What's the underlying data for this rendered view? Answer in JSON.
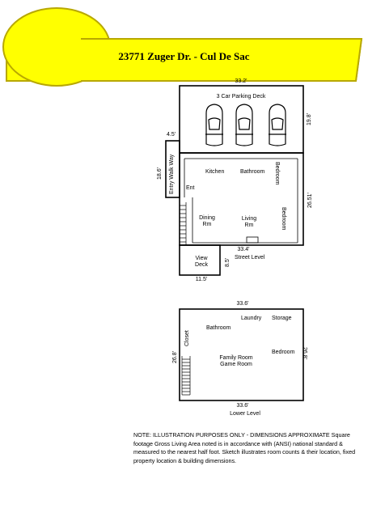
{
  "title": "23771 Zuger Dr. - Cul De Sac",
  "colors": {
    "banner_yellow": "#FFFF00",
    "banner_border": "#B8A800",
    "line": "#000000"
  },
  "upper_level": {
    "parking_deck": {
      "label": "3 Car Parking Deck",
      "width_dim": "33.2'",
      "depth_dim": "19.8'"
    },
    "entry_walk": {
      "label": "Entry Walk Way",
      "width_dim": "4.5'",
      "length_dim": "18.6'"
    },
    "rooms": {
      "ent": "Ent",
      "kitchen": "Kitchen",
      "bathroom": "Bathroom",
      "bedroom_1": "Bedroom",
      "bedroom_2": "Bedroom",
      "dining": "Dining\nRm",
      "living": "Living\nRm"
    },
    "depth_dim": "26.51'",
    "bottom_dim": "33.4'",
    "level_label": "Street Level",
    "view_deck": {
      "label": "View\nDeck",
      "width_dim": "11.5'",
      "depth_dim": "8.5'"
    }
  },
  "lower_level": {
    "top_dim": "33.6'",
    "bottom_dim": "33.6'",
    "left_dim": "26.8'",
    "right_dim": "26.8'",
    "rooms": {
      "laundry": "Laundry",
      "storage": "Storage",
      "bathroom": "Bathroom",
      "closet": "Closet",
      "bedroom": "Bedroom",
      "family": "Family Room\nGame Room"
    },
    "level_label": "Lower Level"
  },
  "note": "NOTE: ILLUSTRATION PURPOSES ONLY - DIMENSIONS APPROXIMATE Square footage Gross Living Area noted is in accordance with (ANSI) national standard & measured to the nearest half foot. Sketch illustrates room counts & their location, fixed property location & building dimensions."
}
